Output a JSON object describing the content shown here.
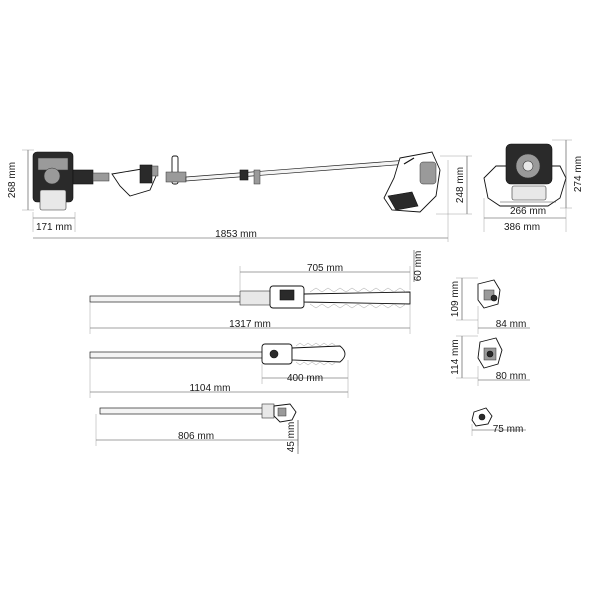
{
  "dimensions": {
    "trimmer_height": "268 mm",
    "engine_depth": "171 mm",
    "total_length": "1853 mm",
    "head_height": "248 mm",
    "engine_front_height": "274 mm",
    "engine_front_width_inner": "266 mm",
    "engine_front_width_outer": "386 mm",
    "hedge_blade_length": "705 mm",
    "hedge_blade_height": "60 mm",
    "hedge_total_length": "1317 mm",
    "saw_blade_length": "400 mm",
    "saw_total_length": "1104 mm",
    "extension_length": "806 mm",
    "extension_height": "45 mm",
    "hedge_head_height": "109 mm",
    "hedge_head_width": "84 mm",
    "saw_head_height": "114 mm",
    "saw_head_width": "80 mm",
    "coupler_width": "75 mm"
  },
  "colors": {
    "line": "#111111",
    "dimension": "#444444",
    "engine_dark": "#2a2a2a"
  }
}
